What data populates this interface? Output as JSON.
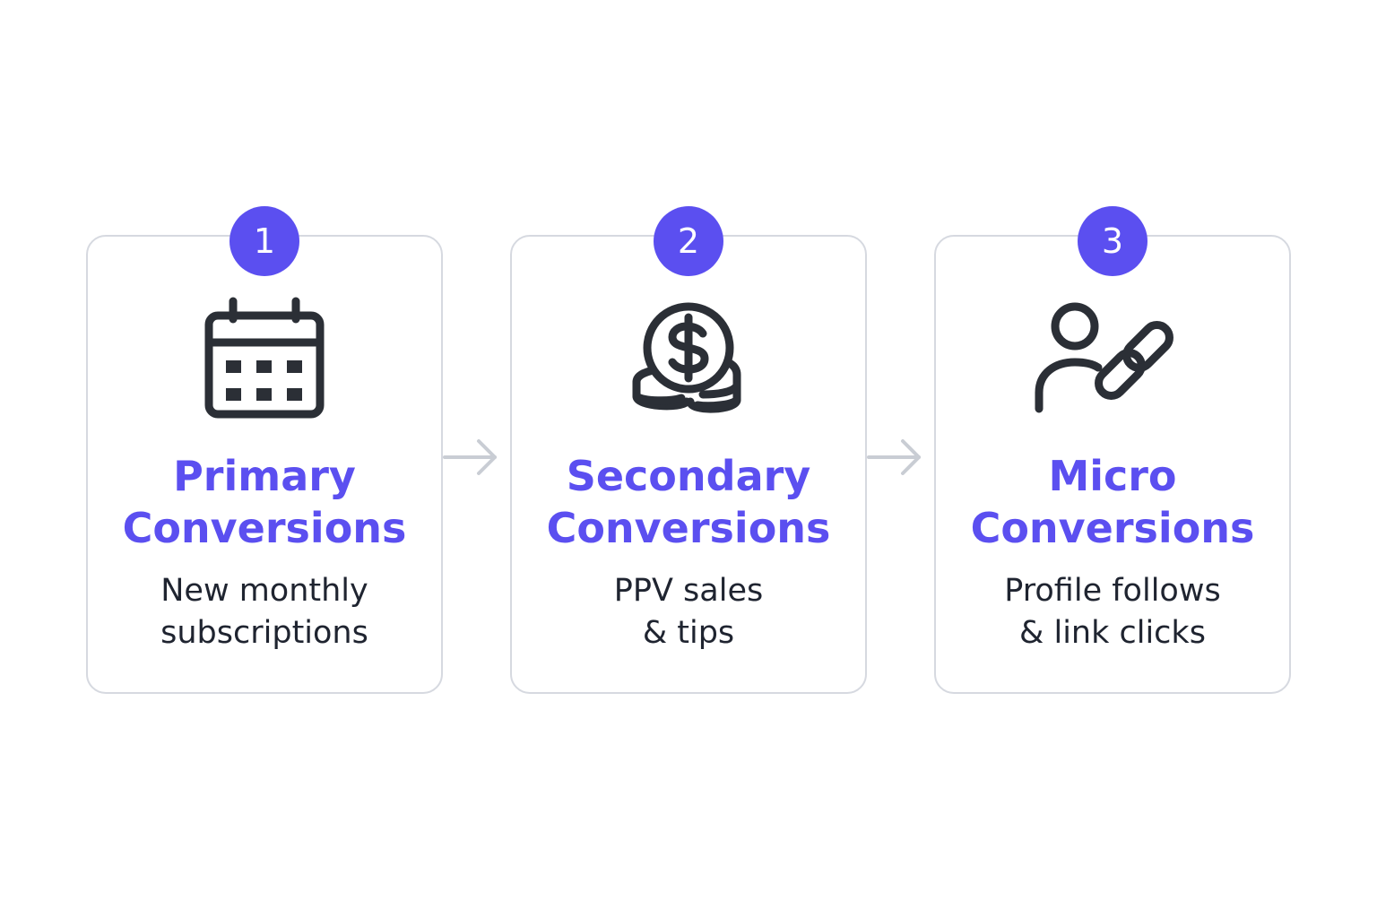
{
  "steps": [
    {
      "number": "1",
      "title_line1": "Primary",
      "title_line2": "Conversions",
      "desc_line1": "New monthly",
      "desc_line2": "subscriptions",
      "icon": "calendar-icon"
    },
    {
      "number": "2",
      "title_line1": "Secondary",
      "title_line2": "Conversions",
      "desc_line1": "PPV sales",
      "desc_line2": "& tips",
      "icon": "coins-dollar-icon"
    },
    {
      "number": "3",
      "title_line1": "Micro",
      "title_line2": "Conversions",
      "desc_line1": "Profile follows",
      "desc_line2": "& link clicks",
      "icon": "user-link-icon"
    }
  ],
  "colors": {
    "accent": "#5b4ff0",
    "icon_stroke": "#2b2f36",
    "card_border": "#d6d9e0",
    "arrow": "#c9cdd4",
    "text": "#1f2430"
  }
}
